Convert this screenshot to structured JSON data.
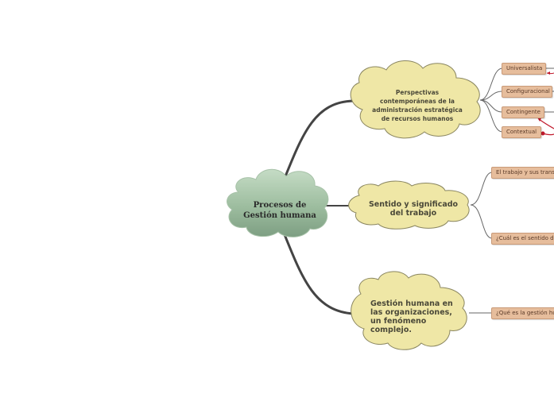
{
  "root": {
    "label": "Procesos de Gestión humana"
  },
  "branches": [
    {
      "label": "Perspectivas contemporáneas de la administración estratégica de recursos humanos",
      "children": [
        "Universalista",
        "Configuracional",
        "Contingente",
        "Contextual"
      ]
    },
    {
      "label": "Sentido y significado del trabajo",
      "children": [
        "El trabajo y sus transformaciones",
        "¿Cuál es el sentido del trabajo?"
      ]
    },
    {
      "label": "Gestión humana en las organizaciones, un fenómeno complejo.",
      "children": [
        "¿Qué es la gestión humana?"
      ]
    }
  ],
  "colors": {
    "root_fill": "#9dbd9f",
    "root_fill_dark": "#7fa184",
    "branch_fill": "#efe7a6",
    "branch_stroke": "#8a8660",
    "leaf_fill": "#e6bd9c",
    "connector": "#555555",
    "relation": "#c0182b"
  }
}
